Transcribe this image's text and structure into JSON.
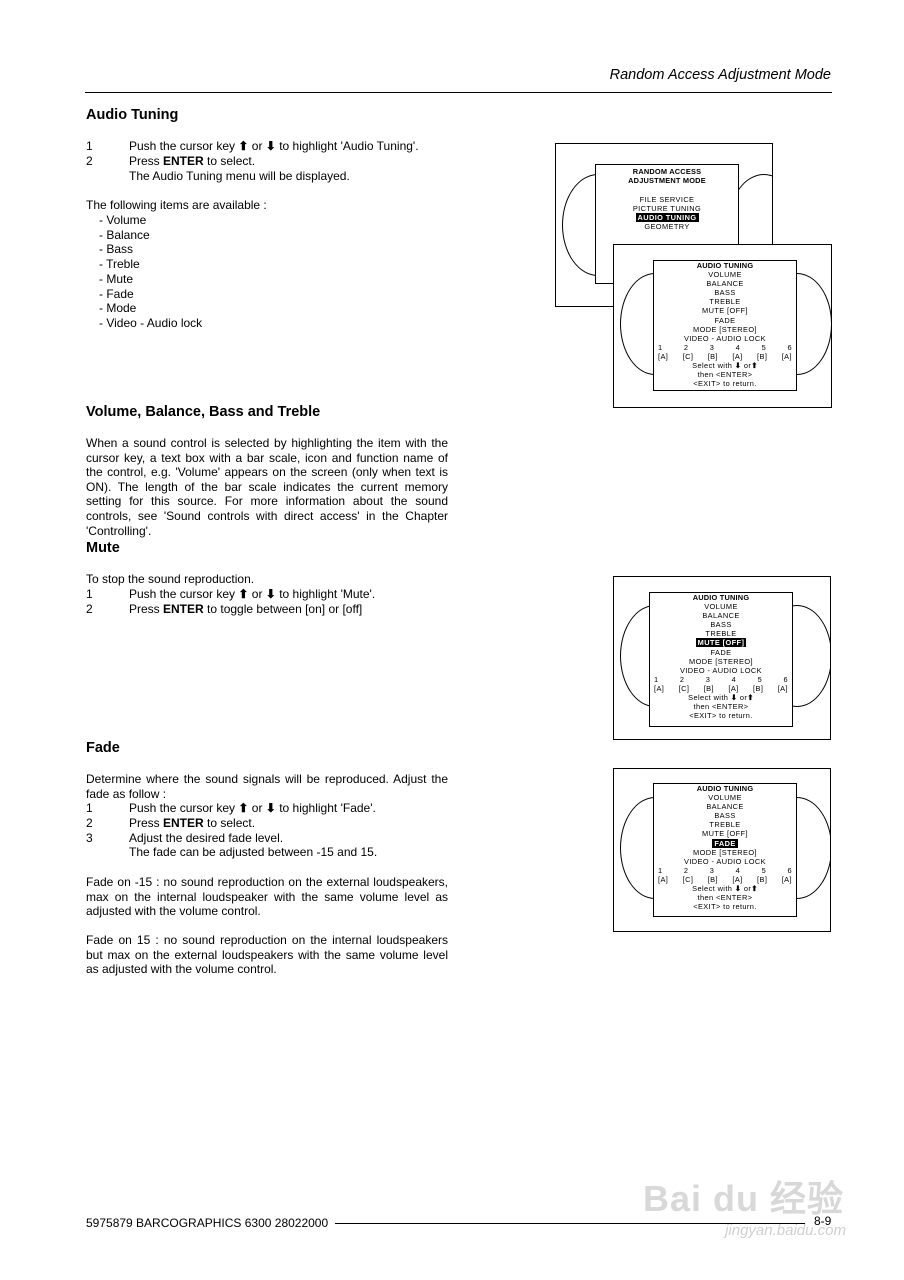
{
  "header": {
    "title": "Random Access Adjustment Mode"
  },
  "audio_tuning": {
    "heading": "Audio Tuning",
    "steps": [
      {
        "n": "1",
        "pre": "Push the cursor key ",
        "up": "⬆",
        "mid": " or ",
        "down": "⬇",
        "post": " to highlight 'Audio Tuning'."
      },
      {
        "n": "2",
        "pre": "Press ",
        "bold": "ENTER",
        "post": " to select."
      }
    ],
    "step2_note": "The Audio Tuning menu will be displayed.",
    "items_intro": "The following items are available :",
    "items": [
      "- Volume",
      "- Balance",
      "-  Bass",
      "- Treble",
      "- Mute",
      "- Fade",
      "- Mode",
      "- Video - Audio lock"
    ]
  },
  "volume_section": {
    "heading": "Volume, Balance, Bass and Treble",
    "text": "When a sound control is selected by highlighting the item with the cursor key, a text box with a bar scale, icon and function name of the control, e.g. 'Volume' appears on the screen (only when text is ON).  The length of the bar scale indicates the current memory setting for this source.  For more information about the sound controls, see 'Sound controls with direct access' in the Chapter 'Controlling'."
  },
  "mute_section": {
    "heading": "Mute",
    "intro": "To stop the sound reproduction.",
    "steps": [
      {
        "n": "1",
        "pre": "Push the cursor key ",
        "up": "⬆",
        "mid": " or ",
        "down": "⬇",
        "post": " to highlight 'Mute'."
      },
      {
        "n": "2",
        "pre": "Press ",
        "bold": "ENTER",
        "post": " to toggle between [on] or [off]"
      }
    ]
  },
  "fade_section": {
    "heading": "Fade",
    "intro": "Determine where the sound signals will be reproduced. Adjust the fade as follow :",
    "steps": [
      {
        "n": "1",
        "pre": "Push the cursor key ",
        "up": "⬆",
        "mid": " or ",
        "down": "⬇",
        "post": " to highlight 'Fade'."
      },
      {
        "n": "2",
        "pre": "Press ",
        "bold": "ENTER",
        "post": " to select."
      },
      {
        "n": "3",
        "pre": "Adjust the desired fade level."
      }
    ],
    "step3_note": "The fade can be adjusted between -15 and 15.",
    "para1": "Fade on -15 : no sound reproduction on the external loudspeakers, max on the internal loudspeaker with the same volume level as adjusted with the volume control.",
    "para2": "Fade on 15 : no sound reproduction on the internal loudspeakers but max on the external loudspeakers with the same volume level as adjusted with the volume control."
  },
  "screens": {
    "ram_menu": {
      "title1": "RANDOM  ACCESS",
      "title2": "ADJUSTMENT MODE",
      "items": [
        "FILE  SERVICE",
        "PICTURE  TUNING",
        "AUDIO TUNING",
        "GEOMETRY"
      ]
    },
    "audio_menu": {
      "title": "AUDIO TUNING",
      "items": [
        "VOLUME",
        "BALANCE",
        "BASS",
        "TREBLE",
        "MUTE [OFF]",
        "FADE",
        "MODE  [STEREO]",
        "VIDEO  -  AUDIO LOCK"
      ],
      "numbers": [
        "1",
        "2",
        "3",
        "4",
        "5",
        "6"
      ],
      "letters": [
        "[A]",
        "[C]",
        "[B]",
        "[A]",
        "[B]",
        "[A]"
      ],
      "select_pre": "Select with",
      "select_mid": "or",
      "down_arrow": "⬇",
      "up_arrow": "⬆",
      "then": "then  <ENTER>",
      "exit": "<EXIT>  to  return."
    }
  },
  "footer": {
    "doc": "5975879 BARCOGRAPHICS 6300 28022000",
    "page": "8-9"
  },
  "watermark": {
    "brand": "Bai du 经验",
    "url": "jingyan.baidu.com"
  }
}
